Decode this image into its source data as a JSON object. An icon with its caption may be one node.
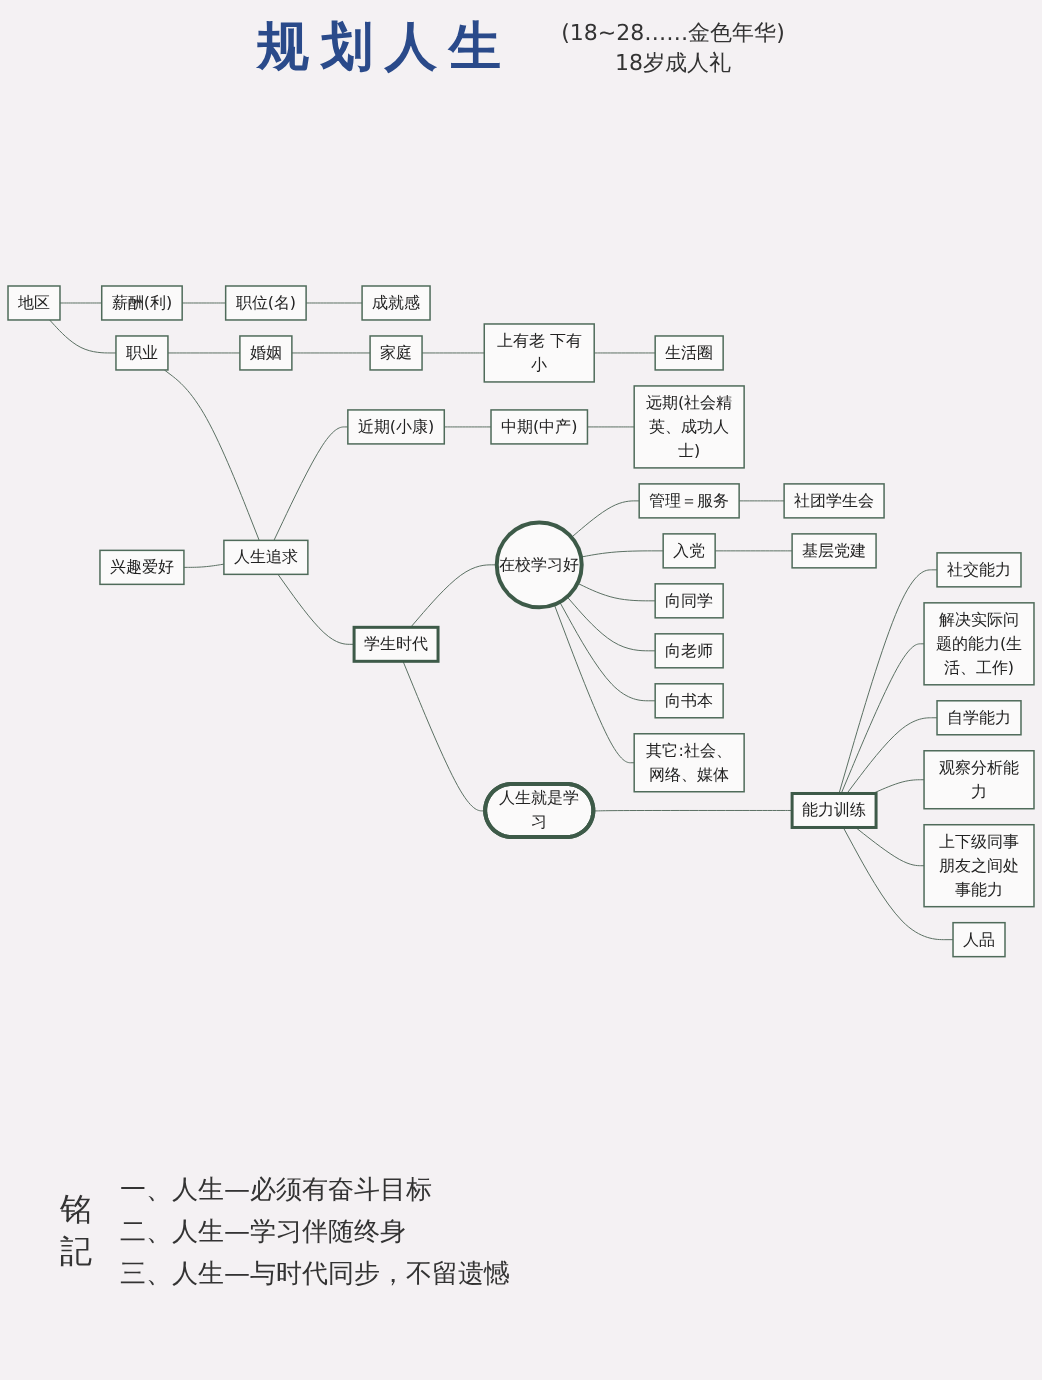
{
  "diagram": {
    "title": "规划人生",
    "nodes": [
      {
        "text": [
          "地区"
        ]
      },
      {
        "text": [
          "薪酬(利)"
        ]
      },
      {
        "text": [
          "职位(名)"
        ]
      },
      {
        "text": [
          "成就感"
        ]
      },
      {
        "text": [
          "职业"
        ]
      },
      {
        "text": [
          "婚姻"
        ]
      },
      {
        "text": [
          "家庭"
        ]
      },
      {
        "text": [
          "上有老 下有小"
        ]
      },
      {
        "text": [
          "生活圈"
        ]
      },
      {
        "text": [
          "兴趣爱好"
        ]
      },
      {
        "text": [
          "人生追求"
        ]
      },
      {
        "text": [
          "近期(小康)"
        ]
      },
      {
        "text": [
          "中期(中产)"
        ]
      },
      {
        "text": [
          "远期(社会精英、成功人士)"
        ]
      },
      {
        "text": [
          "学生时代"
        ]
      },
      {
        "text": [
          "管理＝服务"
        ]
      },
      {
        "text": [
          "社团学生会"
        ]
      },
      {
        "text": [
          "人生就是学习"
        ]
      },
      {
        "text": [
          "在校学习好"
        ]
      },
      {
        "text": [
          "入党"
        ]
      },
      {
        "text": [
          "基层党建"
        ]
      },
      {
        "text": [
          "向同学"
        ]
      },
      {
        "text": [
          "向老师"
        ]
      },
      {
        "text": [
          "向书本"
        ]
      },
      {
        "text": [
          "其它:社会、网络、媒体"
        ]
      },
      {
        "text": [
          "能力训练"
        ]
      },
      {
        "text": [
          "社交能力"
        ]
      },
      {
        "text": [
          "解决实际问题的能力(生活、工作)"
        ]
      },
      {
        "text": [
          "自学能力"
        ]
      },
      {
        "text": [
          "观察分析能力"
        ]
      },
      {
        "text": [
          "上下级同事朋友之间处事能力"
        ]
      },
      {
        "text": [
          "人品"
        ]
      }
    ],
    "edges": [
      {
        "from": 0,
        "to": 1,
        "arrow": "none"
      },
      {
        "from": 1,
        "to": 2,
        "arrow": "none"
      },
      {
        "from": 2,
        "to": 3,
        "arrow": "none"
      },
      {
        "from": 0,
        "to": 4,
        "arrow": "none"
      },
      {
        "from": 4,
        "to": 5,
        "arrow": "none"
      },
      {
        "from": 5,
        "to": 6,
        "arrow": "none"
      },
      {
        "from": 6,
        "to": 7,
        "arrow": "none"
      },
      {
        "from": 7,
        "to": 8,
        "arrow": "none"
      },
      {
        "from": 9,
        "to": 10,
        "arrow": "none"
      },
      {
        "from": 4,
        "to": 10,
        "arrow": "none"
      },
      {
        "from": 10,
        "to": 11,
        "arrow": "none"
      },
      {
        "from": 11,
        "to": 12,
        "arrow": "none"
      },
      {
        "from": 12,
        "to": 13,
        "arrow": "none"
      },
      {
        "from": 10,
        "to": 14,
        "arrow": "none"
      },
      {
        "from": 14,
        "to": 18,
        "arrow": "none"
      },
      {
        "from": 18,
        "to": 15,
        "arrow": "none"
      },
      {
        "from": 15,
        "to": 16,
        "arrow": "none"
      },
      {
        "from": 18,
        "to": 19,
        "arrow": "none"
      },
      {
        "from": 19,
        "to": 20,
        "arrow": "none"
      },
      {
        "from": 14,
        "to": 17,
        "arrow": "none"
      },
      {
        "from": 18,
        "to": 21,
        "arrow": "none"
      },
      {
        "from": 18,
        "to": 22,
        "arrow": "none"
      },
      {
        "from": 18,
        "to": 23,
        "arrow": "none"
      },
      {
        "from": 18,
        "to": 24,
        "arrow": "none"
      },
      {
        "from": 17,
        "to": 25,
        "arrow": "none"
      },
      {
        "from": 25,
        "to": 26,
        "arrow": "none"
      },
      {
        "from": 25,
        "to": 27,
        "arrow": "none"
      },
      {
        "from": 25,
        "to": 28,
        "arrow": "none"
      },
      {
        "from": 25,
        "to": 29,
        "arrow": "none"
      },
      {
        "from": 25,
        "to": 30,
        "arrow": "none"
      },
      {
        "from": 25,
        "to": 31,
        "arrow": "none"
      }
    ],
    "labels": [
      "(18~28……金色年华)",
      "18岁成人礼",
      "铭記",
      "一、人生—必须有奋斗目标",
      "二、人生—学习伴随终身",
      "三、人生—与时代同步，不留遗憾"
    ]
  }
}
